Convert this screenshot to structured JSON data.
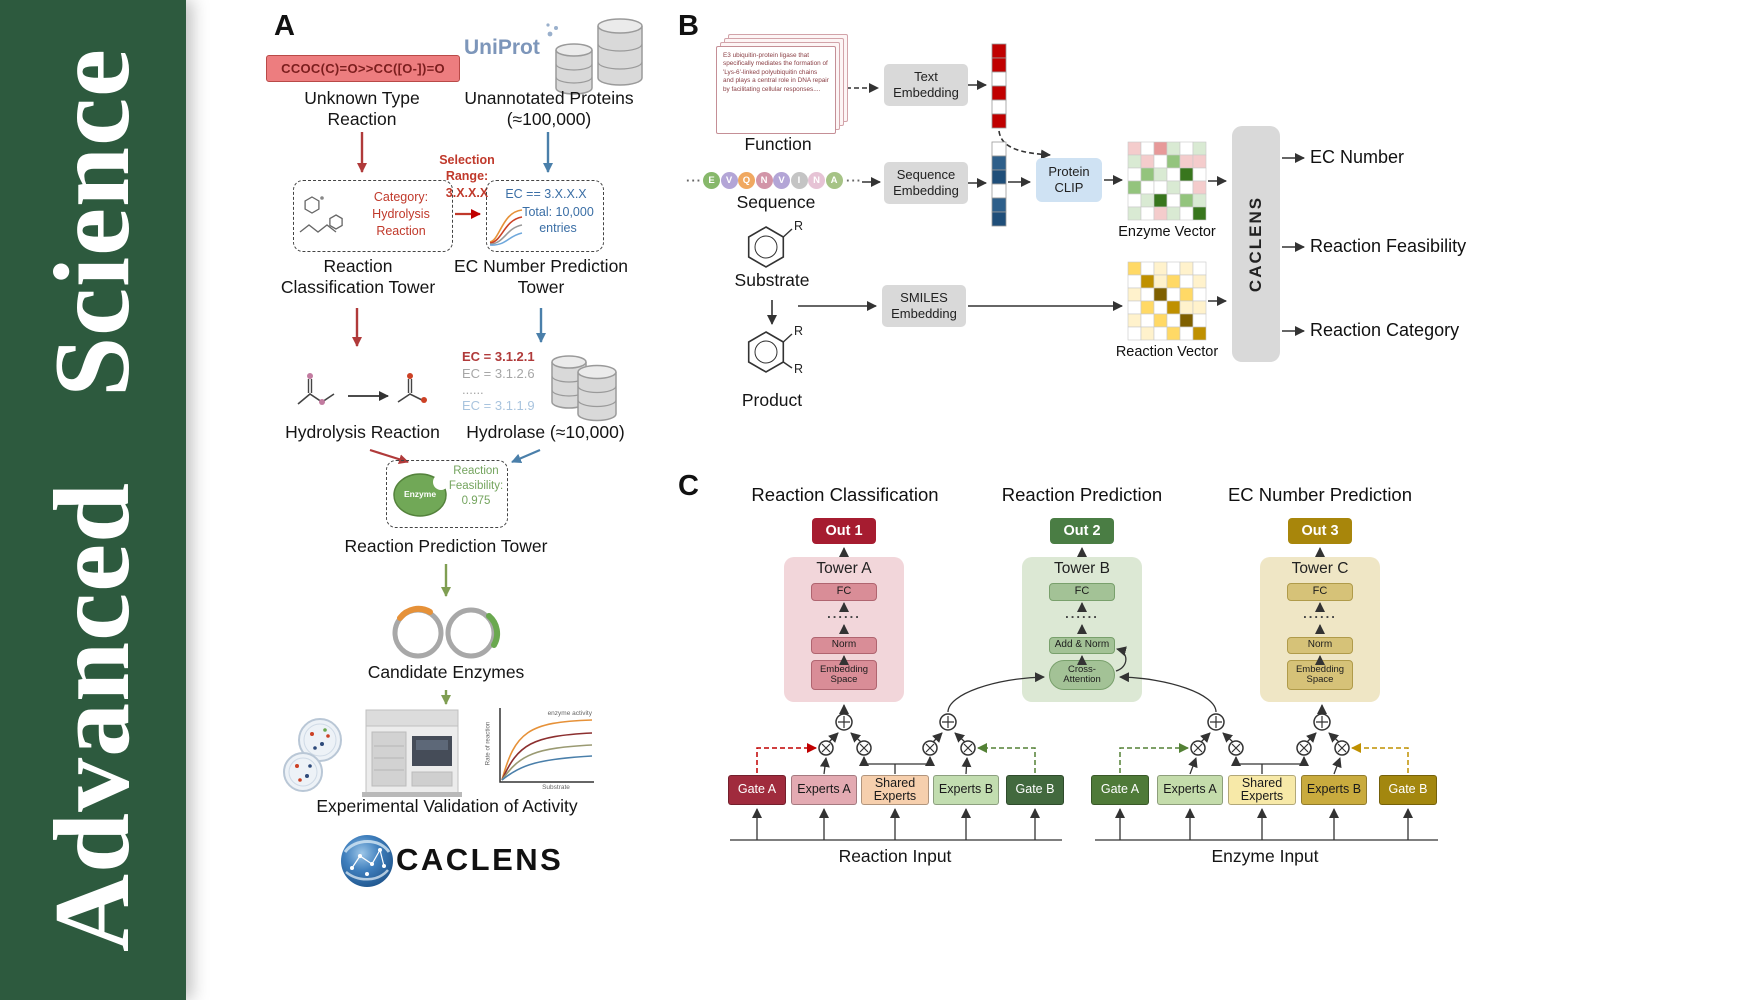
{
  "colors": {
    "green_sidebar": "#2d5a3e",
    "red_accent": "#b03a3a",
    "blue_accent": "#4a7faa",
    "olive_accent": "#7f9e52",
    "crimson": "#c0392b",
    "smiles_bg": "#ed7d7f",
    "smiles_border": "#b94a48",
    "smiles_text": "#7b1e1e",
    "gray_box": "#d9d9d9",
    "clip_bg": "#cfe2f3",
    "uniprot_blue": "#7d96ba",
    "ec_blue": "#3a6ea5",
    "feasibility_green": "#74a45e",
    "out1": "#a61c30",
    "out2": "#4a7d44",
    "out3": "#a8860b",
    "towerA_bg": "#f2d6da",
    "towerA_block": "#d98d97",
    "towerA_border": "#b06570",
    "towerB_bg": "#dce8d4",
    "towerB_block": "#a3c296",
    "towerB_border": "#79a06c",
    "towerC_bg": "#efe6c5",
    "towerC_block": "#d6c278",
    "towerC_border": "#b09b4a",
    "gateA_left": "#a02b3d",
    "expertsA_left": "#e3aab2",
    "shared_left": "#f6cfad",
    "expertsB_left": "#c2ddb0",
    "gateB_left": "#42693e",
    "gateA_right": "#4f7a38",
    "expertsA_right": "#c4dcab",
    "shared_right": "#f7e9a8",
    "expertsB_right": "#c9ab3e",
    "gateB_right": "#a3870f"
  },
  "journal": {
    "word1": "Advanced",
    "word2": "Science"
  },
  "panelA": {
    "label": "A",
    "smiles": "CCOC(C)=O>>CC([O-])=O",
    "unknown_reaction": "Unknown Type Reaction",
    "uniprot": "UniProt",
    "unannotated": "Unannotated Proteins (≈100,000)",
    "selection_range": "Selection Range: 3.X.X.X",
    "category_box": "Category: Hydrolysis Reaction",
    "ec_box_line1": "EC == 3.X.X.X",
    "ec_box_line2": "Total: 10,000 entries",
    "classification_tower": "Reaction Classification Tower",
    "ec_tower": "EC Number Prediction Tower",
    "hydrolysis": "Hydrolysis Reaction",
    "ec_list": [
      "EC = 3.1.2.1",
      "EC = 3.1.2.6",
      "......",
      "EC = 3.1.1.9"
    ],
    "hydrolase": "Hydrolase (≈10,000)",
    "enzyme": "Enzyme",
    "feasibility": "Reaction Feasibility: 0.975",
    "prediction_tower": "Reaction Prediction Tower",
    "candidates": "Candidate Enzymes",
    "mini_chart": {
      "title": "enzyme activity",
      "xlabel": "Substrate",
      "ylabel": "Rate of reaction"
    },
    "validation": "Experimental Validation of Activity",
    "logo": "CACLENS"
  },
  "panelB": {
    "label": "B",
    "card_text": "E3 ubiquitin-protein ligase that specifically mediates the formation of 'Lys-6'-linked polyubiquitin chains and plays a central role in DNA repair by facilitating cellular responses....",
    "function": "Function",
    "text_embedding": "Text Embedding",
    "dots": "···",
    "sequence_letters": [
      "E",
      "V",
      "Q",
      "N",
      "V",
      "I",
      "N",
      "A"
    ],
    "sequence": "Sequence",
    "sequence_embedding": "Sequence Embedding",
    "protein_clip": "Protein CLIP",
    "enzyme_vector": "Enzyme Vector",
    "substrate": "Substrate",
    "r_label": "R",
    "product": "Product",
    "smiles_embedding": "SMILES Embedding",
    "reaction_vector": "Reaction Vector",
    "caclens": "CACLENS",
    "outputs": [
      "EC Number",
      "Reaction Feasibility",
      "Reaction Category"
    ]
  },
  "panelC": {
    "label": "C",
    "columns": [
      {
        "title": "Reaction Classification",
        "out": "Out 1",
        "tower": "Tower A",
        "fc": "FC",
        "dots": "......",
        "block3": "Norm",
        "block4": "Embedding Space"
      },
      {
        "title": "Reaction Prediction",
        "out": "Out 2",
        "tower": "Tower B",
        "fc": "FC",
        "dots": "......",
        "block3": "Add & Norm",
        "block4": "Cross-Attention"
      },
      {
        "title": "EC Number Prediction",
        "out": "Out 3",
        "tower": "Tower C",
        "fc": "FC",
        "dots": "......",
        "block3": "Norm",
        "block4": "Embedding Space"
      }
    ],
    "left_boxes": [
      "Gate A",
      "Experts A",
      "Shared Experts",
      "Experts B",
      "Gate B"
    ],
    "right_boxes": [
      "Gate A",
      "Experts A",
      "Shared Experts",
      "Experts B",
      "Gate B"
    ],
    "reaction_input": "Reaction Input",
    "enzyme_input": "Enzyme Input"
  }
}
